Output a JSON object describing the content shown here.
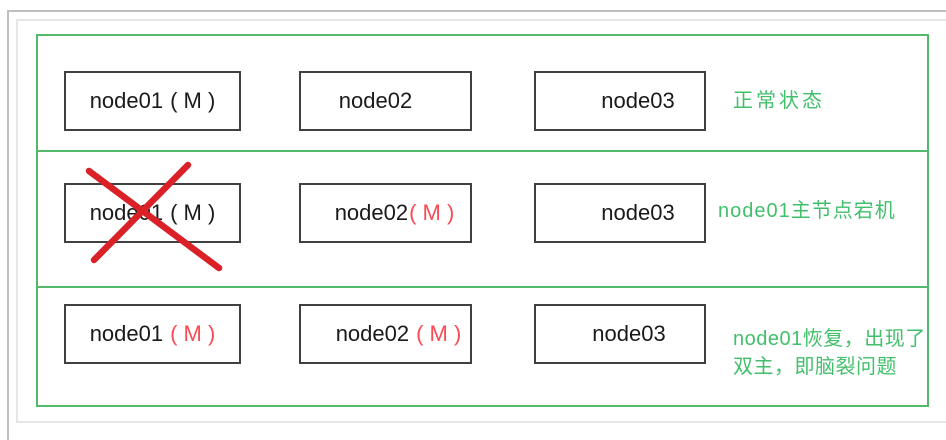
{
  "colors": {
    "green_border": "#52b96a",
    "green_text": "#42bf6b",
    "box_border": "#404040",
    "text_black": "#1a1a1a",
    "master_red": "#fa4b55",
    "red_cross": "#da2128",
    "frame_outer": "#bfbfbf",
    "frame_inner": "#e6e6e6"
  },
  "rows": [
    {
      "caption": {
        "lines": [
          "正常状态"
        ]
      },
      "nodes": [
        {
          "name": "node01",
          "master": "( M )"
        },
        {
          "name": "node02"
        },
        {
          "name": "node03"
        }
      ]
    },
    {
      "caption": {
        "lines": [
          "node01主节点宕机"
        ]
      },
      "nodes": [
        {
          "name": "node01",
          "master": "( M )",
          "crossed": true
        },
        {
          "name": "node02",
          "master": "( M )"
        },
        {
          "name": "node03"
        }
      ]
    },
    {
      "caption": {
        "lines": [
          "node01恢复，出现了",
          "双主，即脑裂问题"
        ]
      },
      "nodes": [
        {
          "name": "node01",
          "master": "( M )"
        },
        {
          "name": "node02",
          "master": "( M )"
        },
        {
          "name": "node03"
        }
      ]
    }
  ]
}
